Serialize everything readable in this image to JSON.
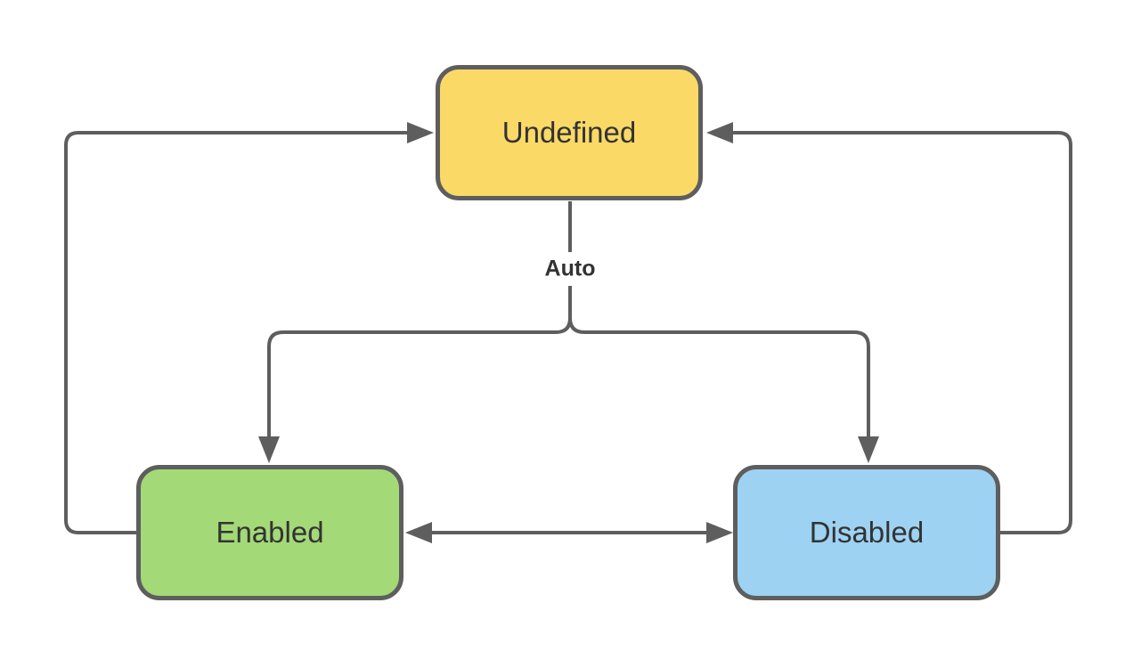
{
  "diagram": {
    "type": "state-diagram",
    "nodes": {
      "undefined": {
        "label": "Undefined",
        "fill": "#fbd967"
      },
      "enabled": {
        "label": "Enabled",
        "fill": "#a3d977"
      },
      "disabled": {
        "label": "Disabled",
        "fill": "#9dd2f2"
      }
    },
    "edge_labels": {
      "auto": "Auto"
    },
    "edges": [
      {
        "from": "Undefined",
        "to": "Enabled",
        "label": "Auto"
      },
      {
        "from": "Undefined",
        "to": "Disabled",
        "label": "Auto"
      },
      {
        "from": "Enabled",
        "to": "Disabled",
        "label": ""
      },
      {
        "from": "Disabled",
        "to": "Enabled",
        "label": ""
      },
      {
        "from": "Enabled",
        "to": "Undefined",
        "label": ""
      },
      {
        "from": "Disabled",
        "to": "Undefined",
        "label": ""
      }
    ],
    "colors": {
      "stroke": "#5e5e5e",
      "text": "#333333",
      "background": "#ffffff"
    }
  }
}
